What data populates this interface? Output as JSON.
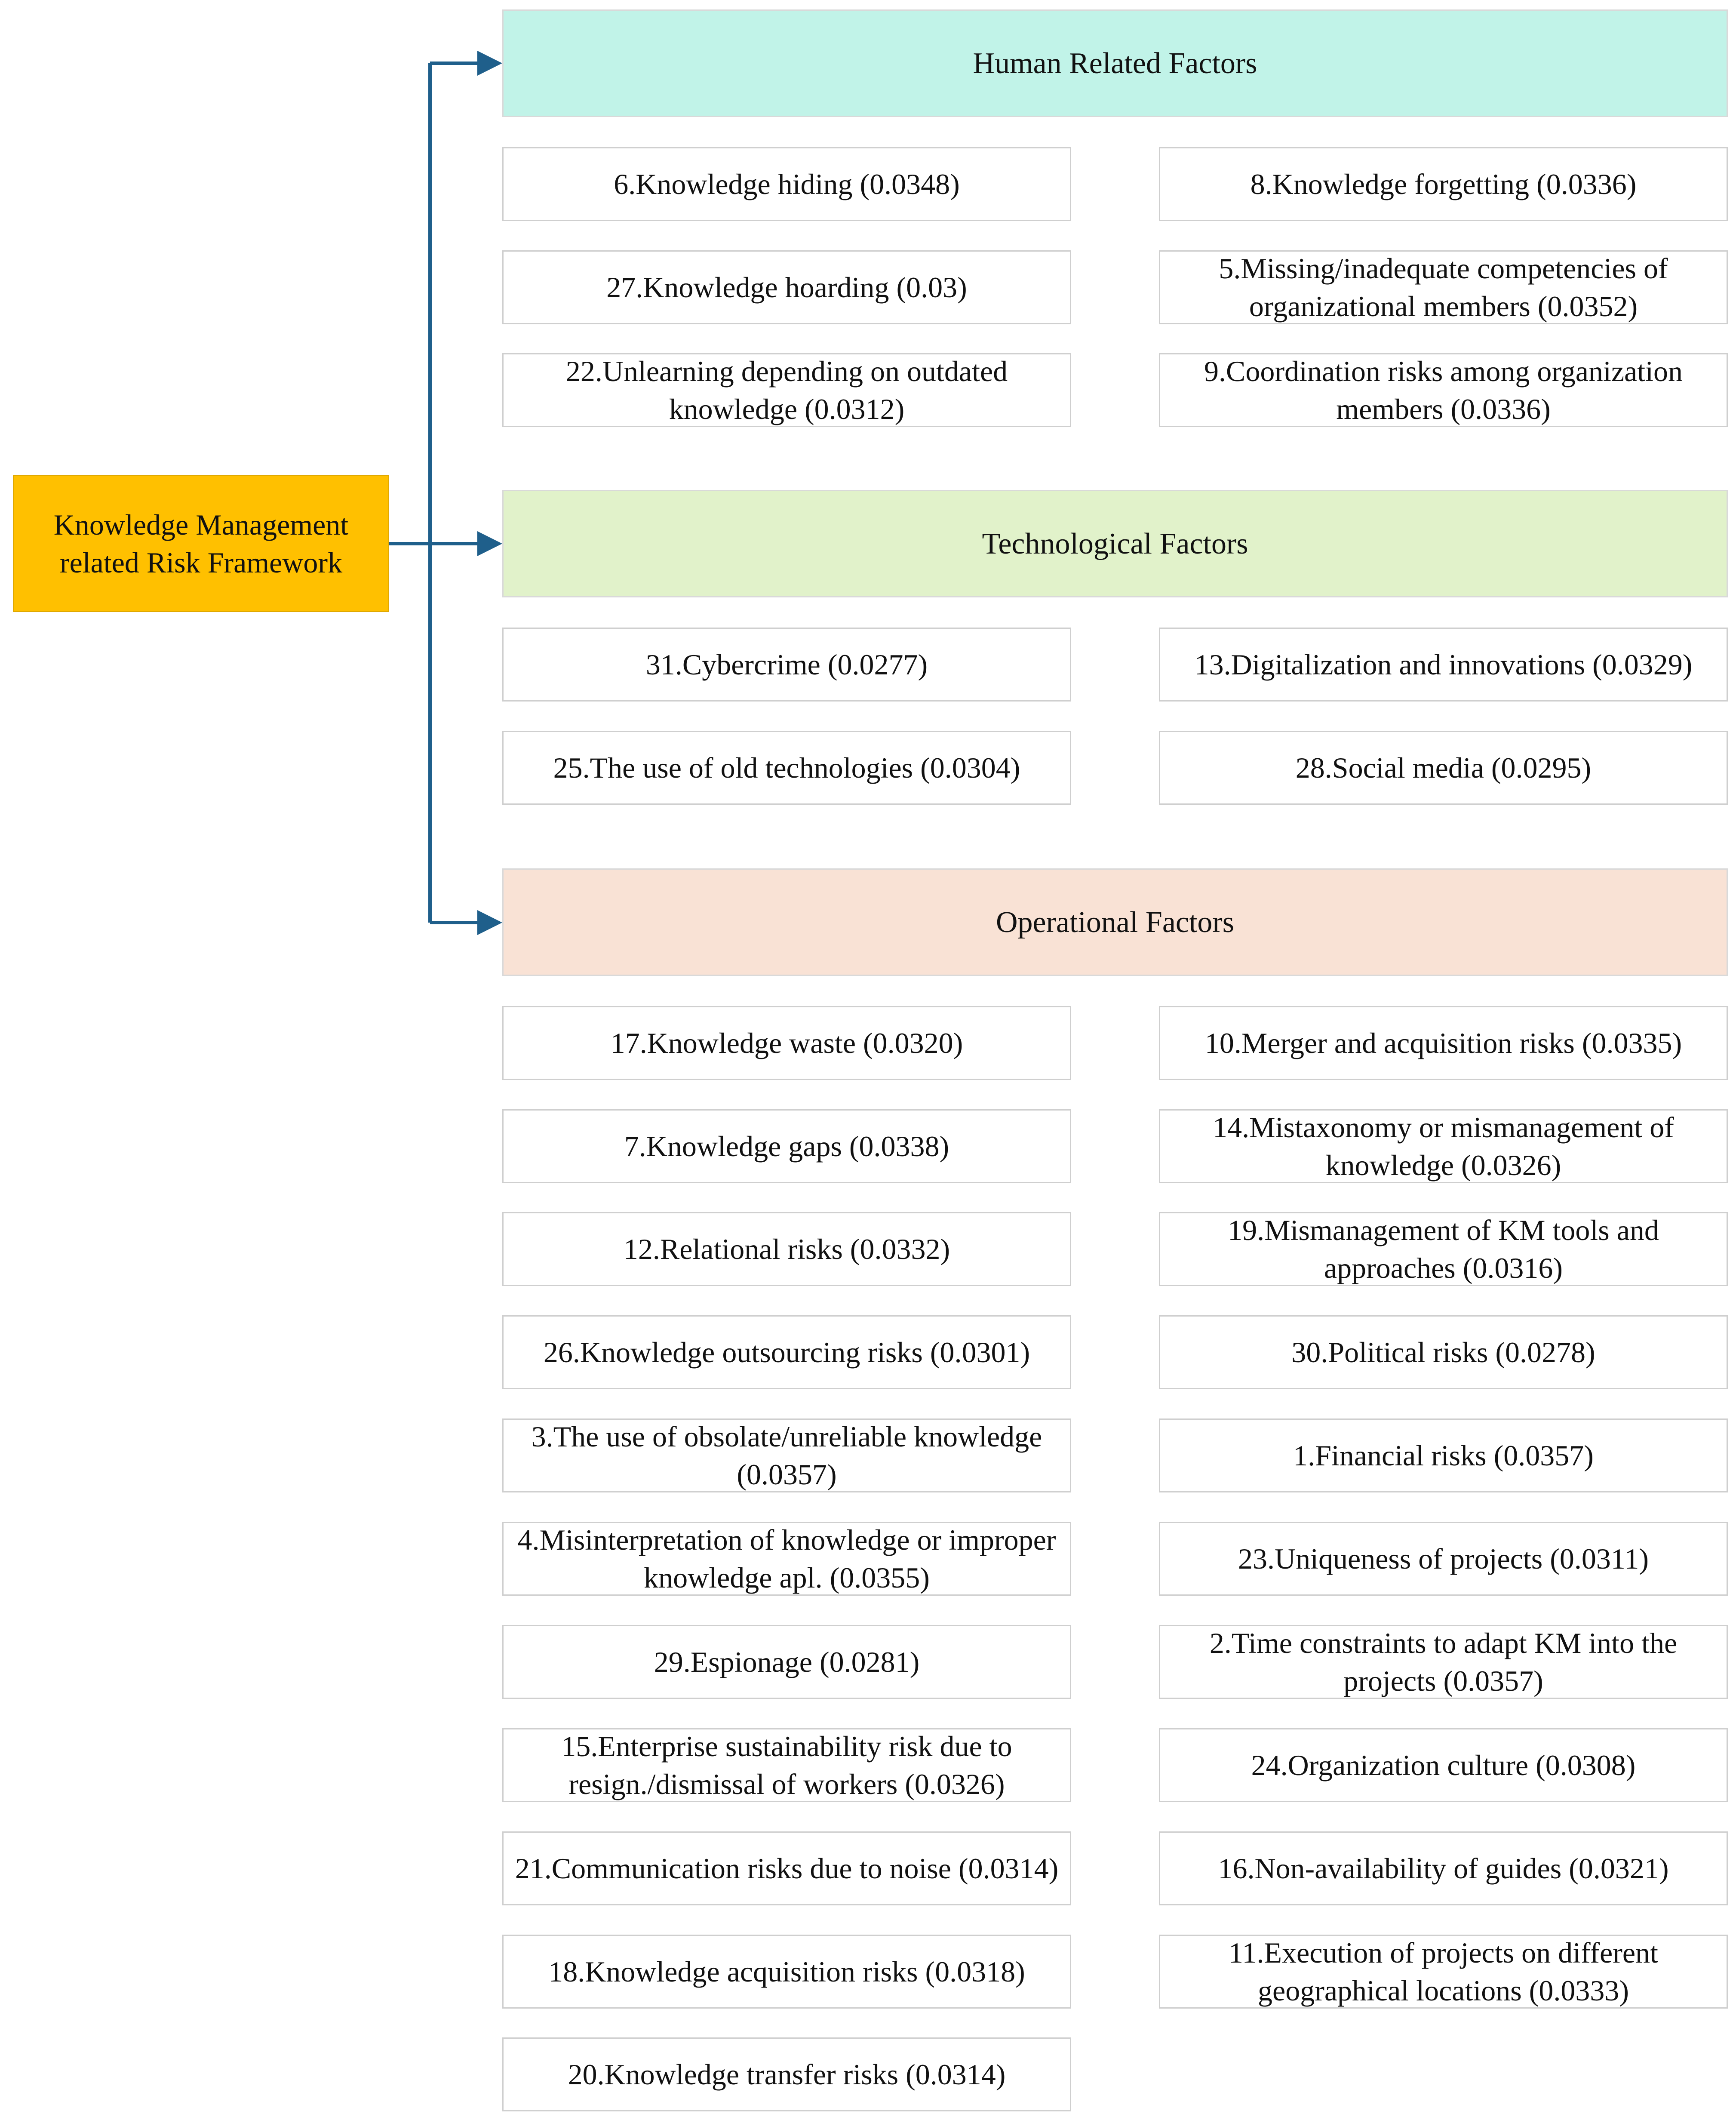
{
  "root": {
    "label": "Knowledge Management related Risk Framework"
  },
  "colors": {
    "root": "#ffc000",
    "arrow": "#1f5f8b",
    "human": "#c1f3e8",
    "technological": "#e1f2ca",
    "operational": "#f9e2d5"
  },
  "categories": [
    {
      "label": "Human Related Factors",
      "left": [
        "6.Knowledge hiding (0.0348)",
        "27.Knowledge hoarding (0.03)",
        "22.Unlearning depending on outdated knowledge (0.0312)"
      ],
      "right": [
        "8.Knowledge forgetting (0.0336)",
        "5.Missing/inadequate competencies of organizational members (0.0352)",
        "9.Coordination risks among organization members (0.0336)"
      ]
    },
    {
      "label": "Technological Factors",
      "left": [
        "31.Cybercrime (0.0277)",
        "25.The use of old technologies (0.0304)"
      ],
      "right": [
        "13.Digitalization and innovations (0.0329)",
        "28.Social media (0.0295)"
      ]
    },
    {
      "label": "Operational Factors",
      "left": [
        "17.Knowledge waste (0.0320)",
        "7.Knowledge gaps (0.0338)",
        "12.Relational risks (0.0332)",
        "26.Knowledge outsourcing risks (0.0301)",
        "3.The use of obsolate/unreliable knowledge (0.0357)",
        "4.Misinterpretation of knowledge or improper knowledge apl. (0.0355)",
        "29.Espionage (0.0281)",
        "15.Enterprise sustainability risk due to resign./dismissal of workers (0.0326)",
        "21.Communication risks due to noise (0.0314)",
        "18.Knowledge acquisition risks (0.0318)",
        "20.Knowledge transfer risks (0.0314)"
      ],
      "right": [
        "10.Merger and acquisition risks (0.0335)",
        "14.Mistaxonomy or mismanagement of knowledge (0.0326)",
        "19.Mismanagement of KM tools and approaches (0.0316)",
        "30.Political risks (0.0278)",
        "1.Financial risks (0.0357)",
        "23.Uniqueness of projects (0.0311)",
        "2.Time constraints to adapt KM into the projects (0.0357)",
        "24.Organization culture (0.0308)",
        "16.Non-availability of guides (0.0321)",
        "11.Execution of projects on different geographical locations (0.0333)"
      ]
    }
  ]
}
